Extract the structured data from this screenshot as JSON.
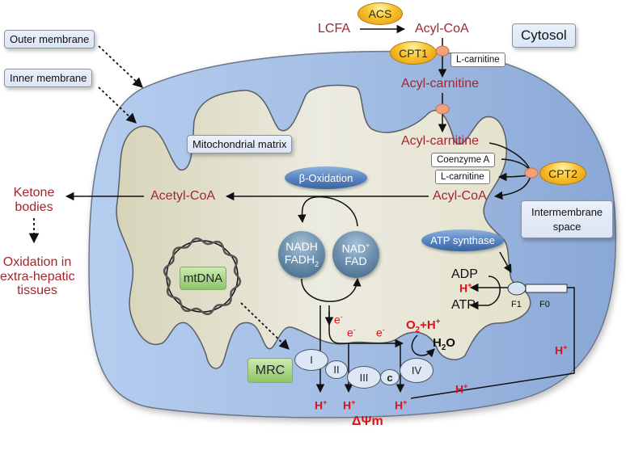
{
  "regions": {
    "outer_membrane": "Outer membrane",
    "inner_membrane": "Inner membrane",
    "cytosol": "Cytosol",
    "matrix": "Mitochondrial matrix",
    "intermembrane_line1": "Intermembrane",
    "intermembrane_line2": "space"
  },
  "cytosol_pathway": {
    "enzyme_acs": "ACS",
    "substrate": "LCFA",
    "product": "Acyl-CoA",
    "enzyme_cpt1": "CPT1",
    "carrier_out": "L-carnitine",
    "acylcarnitine_ims": "Acyl-carnitine"
  },
  "matrix_pathway": {
    "acylcarnitine_matrix": "Acyl-carnitine",
    "coenzyme_a": "Coenzyme A",
    "carnitine_released": "L-carnitine",
    "acyl_coa": "Acyl-CoA",
    "enzyme_cpt2": "CPT2",
    "beta_oxidation": "β-Oxidation",
    "acetyl_coa": "Acetyl-CoA"
  },
  "ketones": {
    "line1": "Ketone",
    "line2": "bodies",
    "oxidation_line1": "Oxidation in",
    "oxidation_line2": "extra-hepatic",
    "oxidation_line3": "tissues"
  },
  "cofactors": {
    "reduced_line1": "NADH",
    "reduced_line2": "FADH",
    "reduced_sub": "2",
    "oxidized_line1": "NAD",
    "oxidized_sup": "+",
    "oxidized_line2": "FAD"
  },
  "mtdna": "mtDNA",
  "mrc": "MRC",
  "complexes": [
    "I",
    "II",
    "III",
    "c",
    "IV"
  ],
  "electron": {
    "base": "e",
    "sup": "-"
  },
  "oxygen": {
    "o2": "O",
    "o2_sub": "2",
    "plus_h": "+H",
    "sup": "+"
  },
  "water": {
    "h": "H",
    "sub": "2",
    "o": "O"
  },
  "proton": {
    "base": "H",
    "sup": "+"
  },
  "membrane_potential": "ΔΨm",
  "atp_synthase": {
    "label": "ATP synthase",
    "adp": "ADP",
    "atp": "ATP",
    "f1": "F1",
    "f0": "F0"
  },
  "colors": {
    "outer_membrane_fill": "#9bb8e0",
    "matrix_fill": "#e6e4d4",
    "metabolite_text": "#a3272f",
    "proton_text": "#e0101a",
    "enzyme_orange": "#f0b020",
    "transporter": "#f4a07a"
  }
}
